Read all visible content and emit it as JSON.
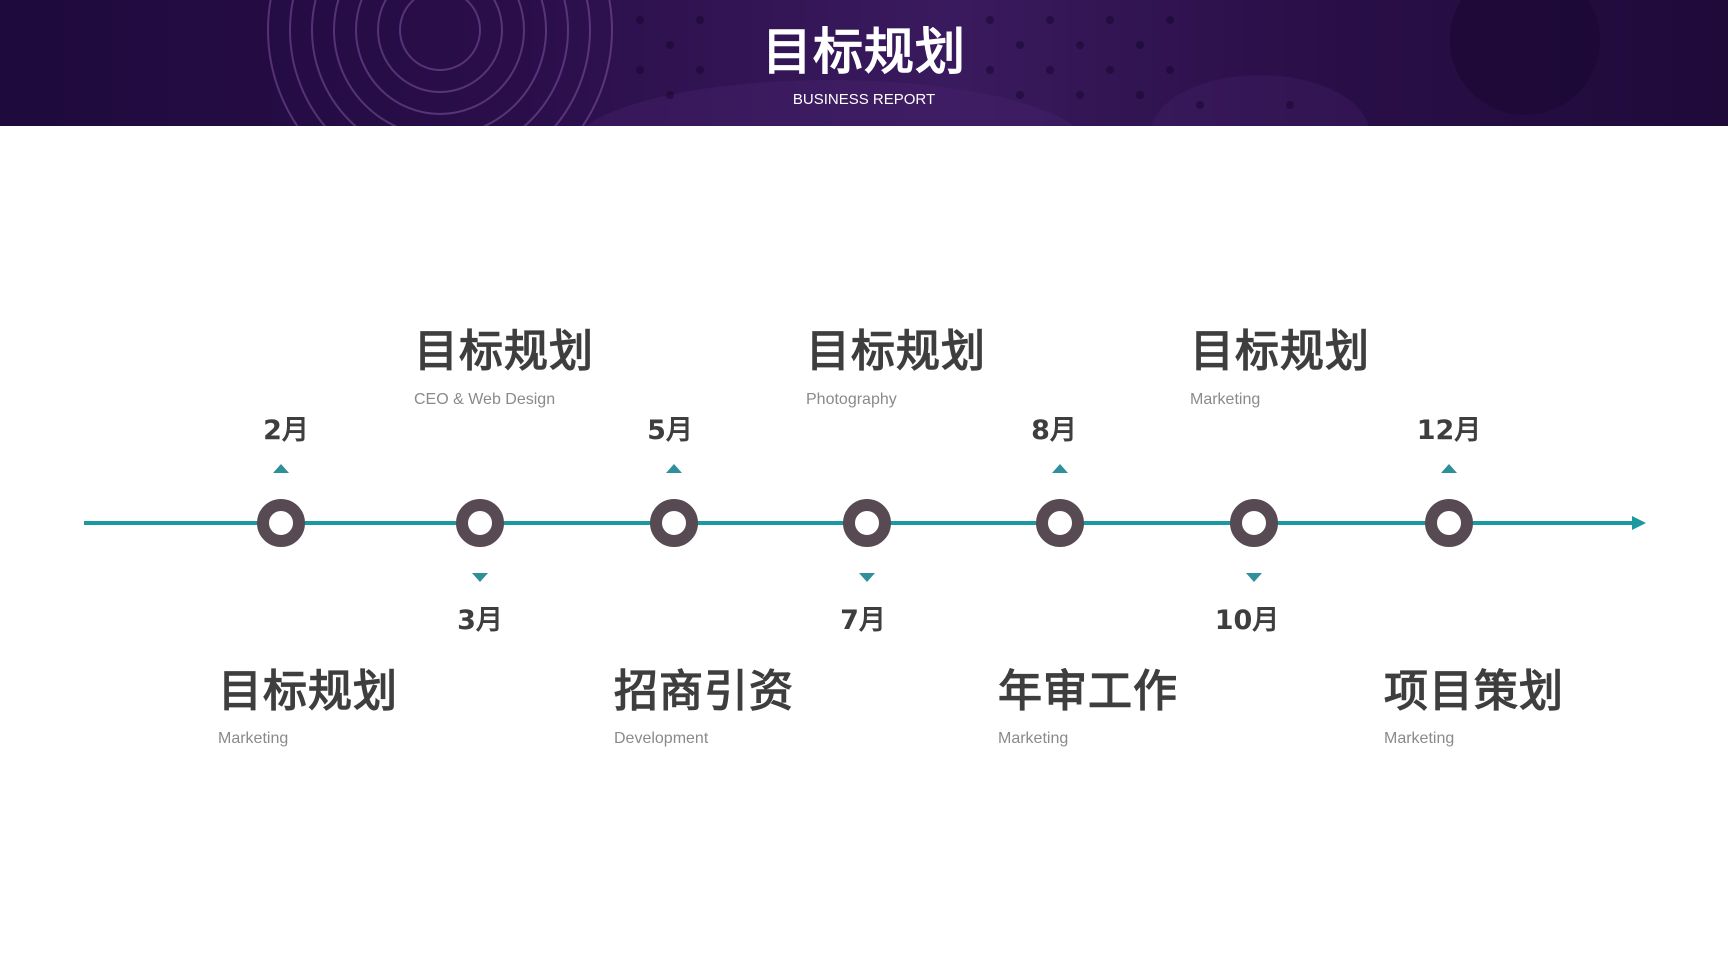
{
  "header": {
    "title": "目标规划",
    "subtitle": "BUSINESS REPORT"
  },
  "colors": {
    "banner_dark": "#1e0a3c",
    "banner_accent": "#3a1a5e",
    "axis_line": "#1a9aa0",
    "node_ring": "#574a52",
    "arrow_marker": "#2f8f9a",
    "title_text": "#3e3e3e",
    "sub_text": "#8a8a8a"
  },
  "timeline": {
    "months": [
      {
        "label": "2月",
        "position": "above"
      },
      {
        "label": "3月",
        "position": "below"
      },
      {
        "label": "5月",
        "position": "above"
      },
      {
        "label": "7月",
        "position": "below"
      },
      {
        "label": "8月",
        "position": "above"
      },
      {
        "label": "10月",
        "position": "below"
      },
      {
        "label": "12月",
        "position": "above"
      }
    ],
    "upper_items": [
      {
        "title": "目标规划",
        "sub": "CEO & Web Design"
      },
      {
        "title": "目标规划",
        "sub": "Photography"
      },
      {
        "title": "目标规划",
        "sub": "Marketing"
      }
    ],
    "lower_items": [
      {
        "title": "目标规划",
        "sub": "Marketing"
      },
      {
        "title": "招商引资",
        "sub": "Development"
      },
      {
        "title": "年审工作",
        "sub": "Marketing"
      },
      {
        "title": "项目策划",
        "sub": "Marketing"
      }
    ]
  }
}
